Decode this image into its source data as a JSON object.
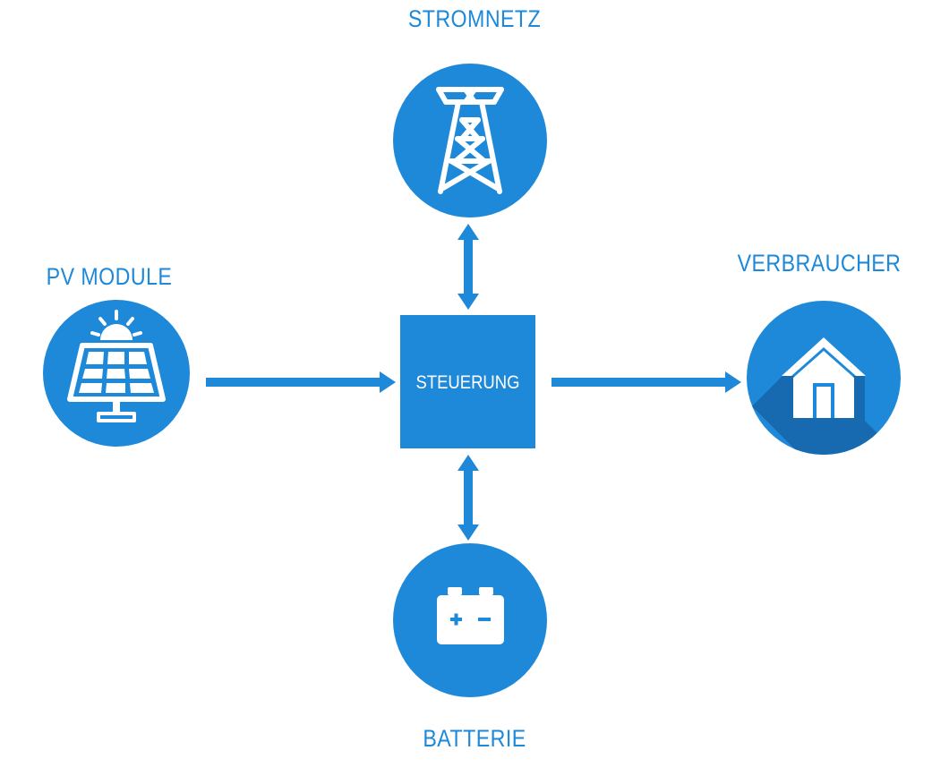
{
  "colors": {
    "accent": "#1e88d9",
    "icon": "#ffffff",
    "shadow": "#1769b0"
  },
  "nodes": {
    "grid": {
      "label": "STROMNETZ",
      "icon": "power-tower-icon"
    },
    "pv": {
      "label": "PV MODULE",
      "icon": "solar-panel-icon"
    },
    "consumer": {
      "label": "VERBRAUCHER",
      "icon": "house-icon"
    },
    "battery": {
      "label": "BATTERIE",
      "icon": "battery-icon"
    },
    "controller": {
      "label": "STEUERUNG"
    }
  },
  "edges": [
    {
      "from": "pv",
      "to": "controller",
      "direction": "one-way"
    },
    {
      "from": "controller",
      "to": "consumer",
      "direction": "one-way"
    },
    {
      "from": "controller",
      "to": "grid",
      "direction": "two-way"
    },
    {
      "from": "controller",
      "to": "battery",
      "direction": "two-way"
    }
  ]
}
